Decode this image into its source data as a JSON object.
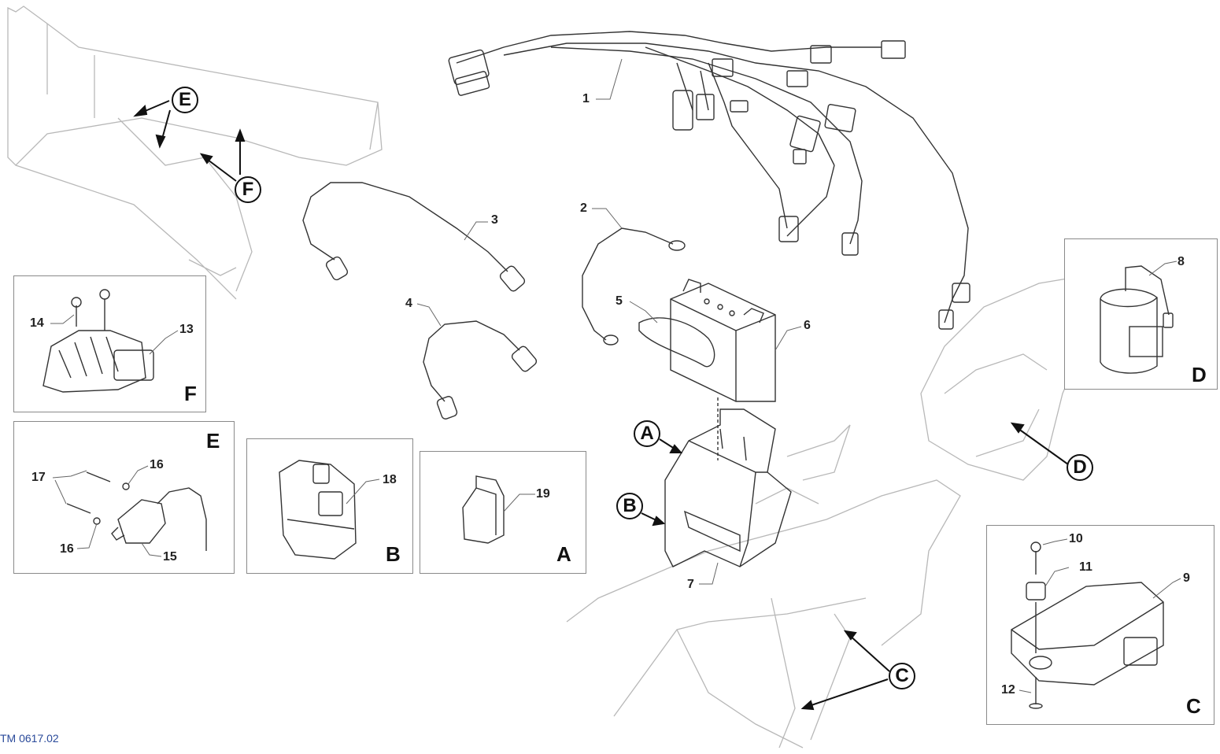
{
  "figure_ref": "TM 0617.02",
  "part_numbers": [
    "1",
    "2",
    "3",
    "4",
    "5",
    "6",
    "7",
    "8",
    "9",
    "10",
    "11",
    "12",
    "13",
    "14",
    "15",
    "16",
    "16",
    "17",
    "18",
    "19"
  ],
  "callout_letters": [
    "A",
    "B",
    "C",
    "D",
    "E",
    "F"
  ],
  "inset_boxes": {
    "F": {
      "letter": "F"
    },
    "E": {
      "letter": "E"
    },
    "B": {
      "letter": "B"
    },
    "A": {
      "letter": "A"
    },
    "D": {
      "letter": "D"
    },
    "C": {
      "letter": "C"
    }
  },
  "colors": {
    "line": "#333333",
    "faint": "#b8b8b8",
    "ref_text": "#2a4a9a"
  }
}
